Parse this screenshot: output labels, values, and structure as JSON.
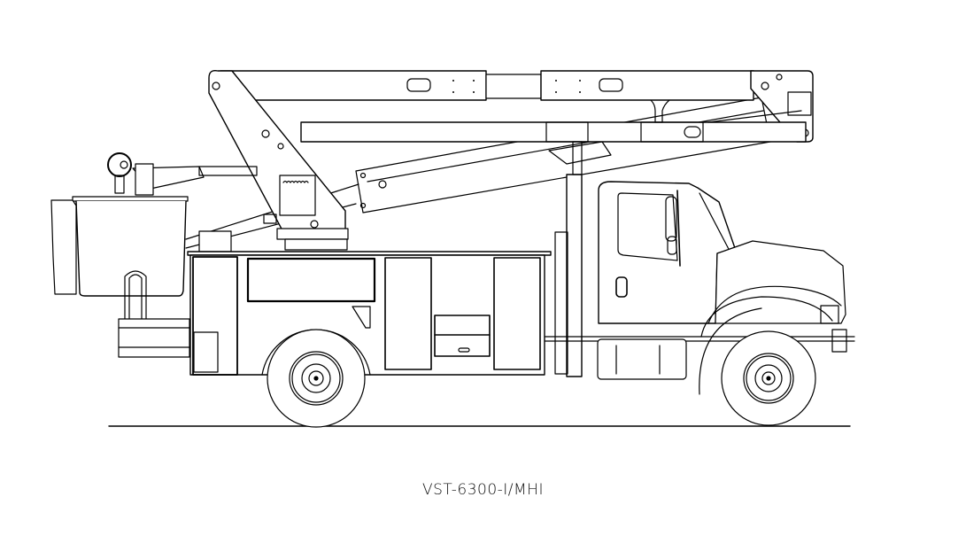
{
  "diagram": {
    "title": "VST-6300-I/MHI",
    "subject": "Bucket truck side elevation line drawing",
    "line_color": "#000000",
    "background": "#ffffff",
    "components": [
      "upper-boom",
      "lower-boom",
      "boom-tip-pivot",
      "bucket",
      "bucket-jib-winch",
      "turntable-pedestal",
      "utility-body",
      "rear-wheel",
      "front-wheel",
      "cab",
      "hood",
      "fuel-tank",
      "boom-rest-post",
      "ground-line"
    ]
  }
}
